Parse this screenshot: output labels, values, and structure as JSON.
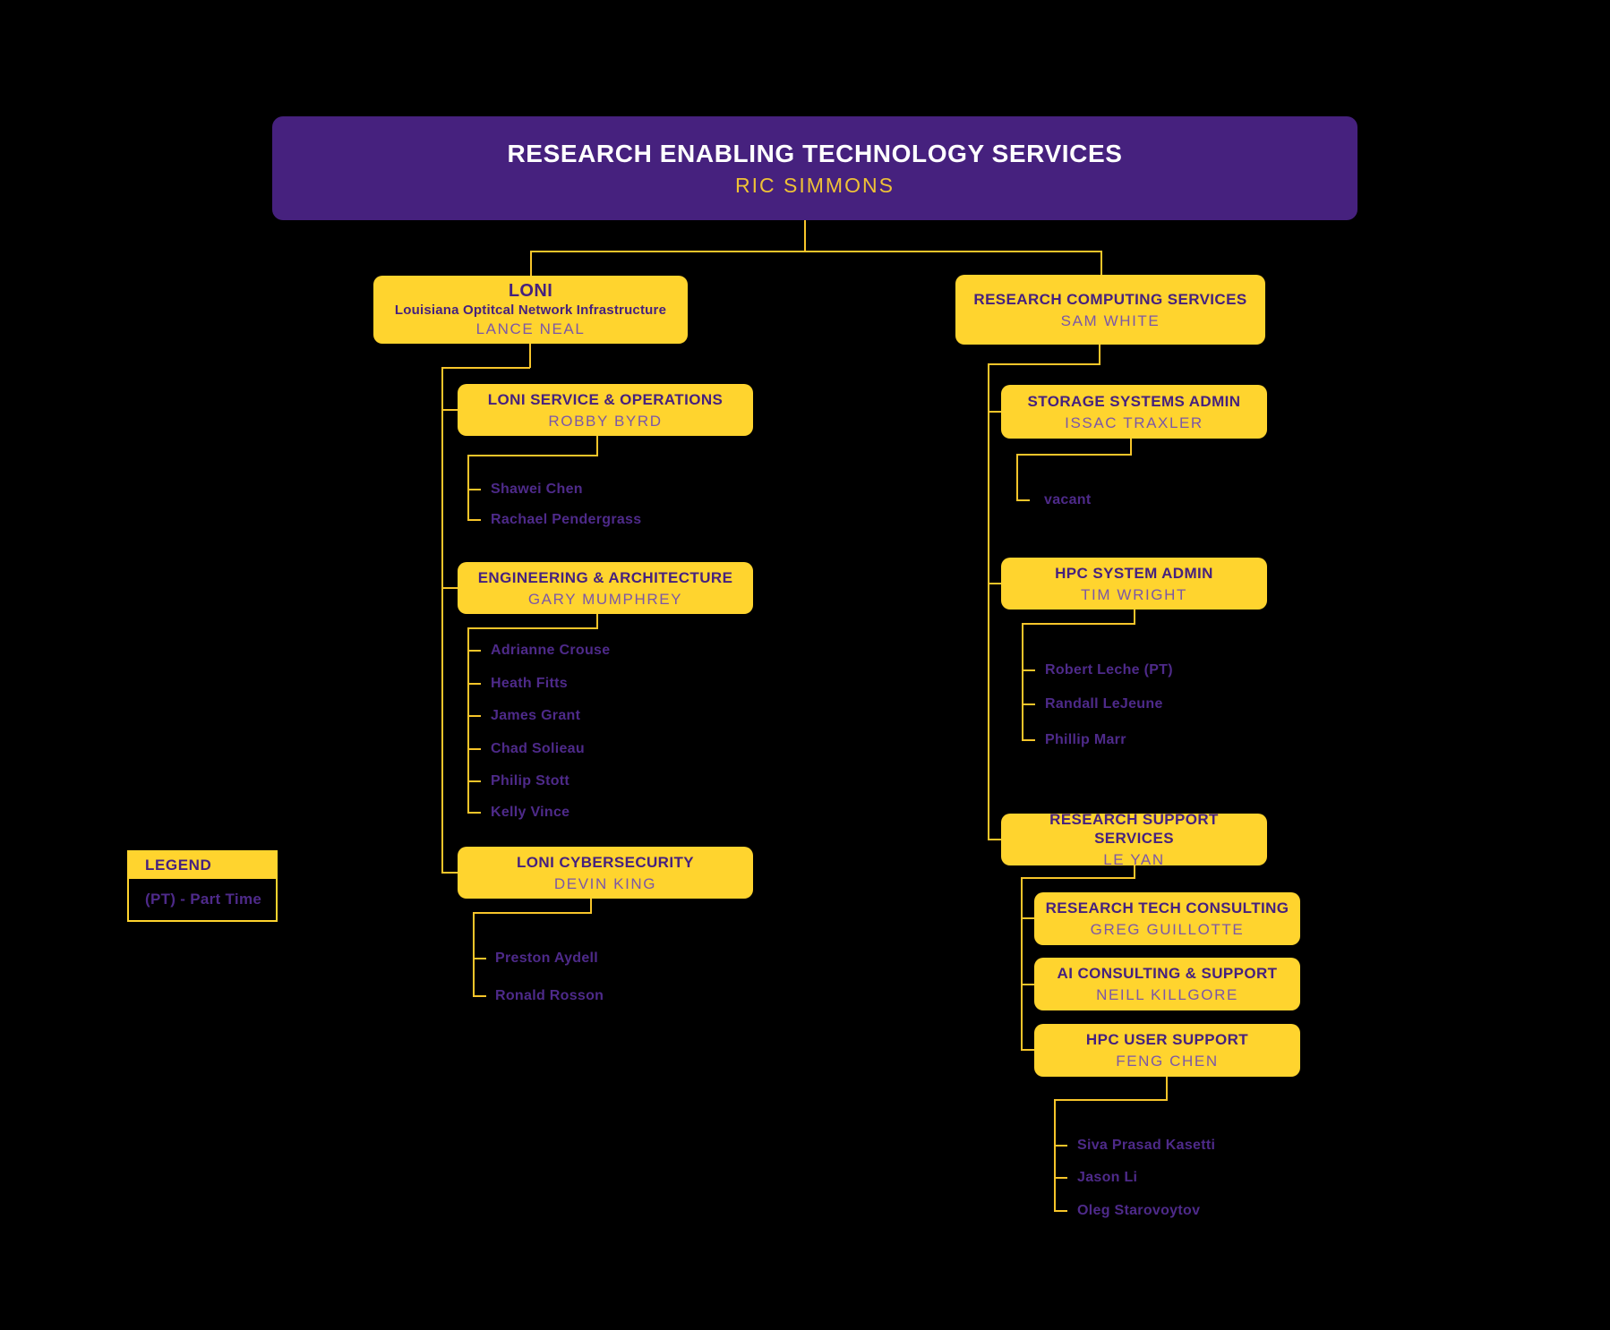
{
  "palette": {
    "background": "#000000",
    "lsu_purple": "#46217E",
    "lsu_gold": "#FFD42E",
    "connector_gold": "#F7C52A",
    "lead_name_purple": "#7B57A8",
    "member_name_purple": "#4E2A8A",
    "root_title_white": "#FFFFFF",
    "root_name_gold": "#EFC236"
  },
  "root": {
    "title": "RESEARCH ENABLING TECHNOLOGY SERVICES",
    "name": "RIC SIMMONS"
  },
  "legend": {
    "title": "LEGEND",
    "entry": "(PT) - Part Time"
  },
  "loni": {
    "title": "LONI",
    "subtitle": "Louisiana Optitcal Network Infrastructure",
    "name": "LANCE NEAL",
    "service_ops": {
      "title": "LONI SERVICE & OPERATIONS",
      "name": "ROBBY BYRD",
      "members": [
        "Shawei Chen",
        "Rachael Pendergrass"
      ]
    },
    "eng_arch": {
      "title": "ENGINEERING & ARCHITECTURE",
      "name": "GARY MUMPHREY",
      "members": [
        "Adrianne Crouse",
        "Heath Fitts",
        "James Grant",
        "Chad Solieau",
        "Philip Stott",
        "Kelly Vince"
      ]
    },
    "cyber": {
      "title": "LONI CYBERSECURITY",
      "name": "DEVIN KING",
      "members": [
        "Preston Aydell",
        "Ronald Rosson"
      ]
    }
  },
  "rcs": {
    "title": "RESEARCH COMPUTING SERVICES",
    "name": "SAM WHITE",
    "storage": {
      "title": "STORAGE SYSTEMS ADMIN",
      "name": "ISSAC TRAXLER",
      "members": [
        "vacant"
      ]
    },
    "hpc_admin": {
      "title": "HPC SYSTEM ADMIN",
      "name": "TIM WRIGHT",
      "members": [
        "Robert Leche (PT)",
        "Randall LeJeune",
        "Phillip Marr"
      ]
    },
    "rss": {
      "title": "RESEARCH SUPPORT SERVICES",
      "name": "LE YAN",
      "rtc": {
        "title": "RESEARCH TECH CONSULTING",
        "name": "GREG GUILLOTTE"
      },
      "ai": {
        "title": "AI CONSULTING & SUPPORT",
        "name": "NEILL KILLGORE"
      },
      "hpc_user": {
        "title": "HPC USER SUPPORT",
        "name": "FENG CHEN",
        "members": [
          "Siva Prasad Kasetti",
          "Jason Li",
          "Oleg Starovoytov"
        ]
      }
    }
  }
}
